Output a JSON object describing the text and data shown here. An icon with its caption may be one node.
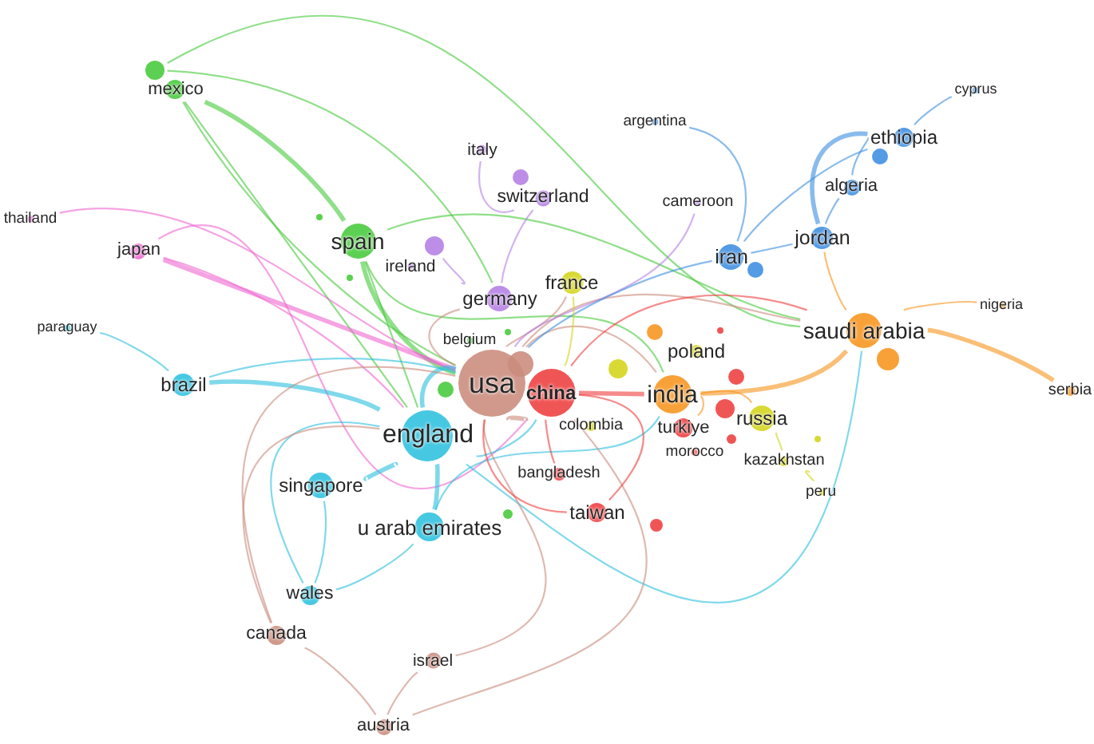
{
  "diagram": {
    "nodes": [
      {
        "text": [],
        "shape": "circle"
      },
      {
        "text": [
          "mexico"
        ]
      },
      {
        "text": [
          "cyprus"
        ]
      },
      {
        "text": [
          "argentina"
        ]
      },
      {
        "text": [
          "ethiopia"
        ]
      },
      {
        "text": [
          "italy"
        ]
      },
      {
        "text": [],
        "shape": "circle"
      },
      {
        "text": [],
        "shape": "circle"
      },
      {
        "text": [
          "algeria"
        ]
      },
      {
        "text": [
          "switzerland"
        ]
      },
      {
        "text": [
          "cameroon"
        ]
      },
      {
        "text": [],
        "shape": "circle"
      },
      {
        "text": [
          "thailand"
        ]
      },
      {
        "text": [
          "jordan"
        ]
      },
      {
        "text": [
          "spain"
        ]
      },
      {
        "text": [
          "japan"
        ]
      },
      {
        "text": [],
        "shape": "circle"
      },
      {
        "text": [
          "iran"
        ]
      },
      {
        "text": [],
        "shape": "circle"
      },
      {
        "text": [
          "ireland"
        ]
      },
      {
        "text": [],
        "shape": "circle"
      },
      {
        "text": [
          "france"
        ]
      },
      {
        "text": [
          "germany"
        ]
      },
      {
        "text": [
          "nigeria"
        ]
      },
      {
        "text": [
          "paraguay"
        ]
      },
      {
        "text": [
          "saudi arabia"
        ]
      },
      {
        "text": [],
        "shape": "circle"
      },
      {
        "text": [],
        "shape": "circle"
      },
      {
        "text": [],
        "shape": "circle"
      },
      {
        "text": [
          "belgium"
        ]
      },
      {
        "text": [
          "poland"
        ]
      },
      {
        "text": [],
        "shape": "circle"
      },
      {
        "text": [],
        "shape": "circle"
      },
      {
        "text": [],
        "shape": "circle"
      },
      {
        "text": [],
        "shape": "circle"
      },
      {
        "text": [
          "usa"
        ]
      },
      {
        "text": [
          "brazil"
        ]
      },
      {
        "text": [],
        "shape": "circle"
      },
      {
        "text": [
          "serbia"
        ]
      },
      {
        "text": [
          "china"
        ]
      },
      {
        "text": [
          "india"
        ]
      },
      {
        "text": [],
        "shape": "circle"
      },
      {
        "text": [
          "russia"
        ]
      },
      {
        "text": [
          "colombia"
        ]
      },
      {
        "text": [
          "turkiye"
        ]
      },
      {
        "text": [],
        "shape": "circle"
      },
      {
        "text": [
          "england"
        ]
      },
      {
        "text": [],
        "shape": "circle"
      },
      {
        "text": [
          "morocco"
        ]
      },
      {
        "text": [
          "kazakhstan"
        ]
      },
      {
        "text": [
          "bangladesh"
        ]
      },
      {
        "text": [
          "singapore"
        ]
      },
      {
        "text": [
          "peru"
        ]
      },
      {
        "text": [
          "taiwan"
        ]
      },
      {
        "text": [],
        "shape": "circle"
      },
      {
        "text": [],
        "shape": "circle"
      },
      {
        "text": [
          "u arab emirates"
        ]
      },
      {
        "text": [
          "wales"
        ]
      },
      {
        "text": [
          "canada"
        ]
      },
      {
        "text": [
          "israel"
        ]
      },
      {
        "text": [
          "austria"
        ]
      }
    ],
    "edges": [
      {
        "from": 1,
        "to": 14,
        "arrow": "none",
        "color": "#46c93a",
        "style": "thick"
      },
      {
        "from": 1,
        "to": 35,
        "arrow": "none",
        "color": "#46c93a"
      },
      {
        "from": 1,
        "to": 46,
        "arrow": "none",
        "color": "#46c93a"
      },
      {
        "from": 0,
        "to": 25,
        "arrow": "none",
        "color": "#46c93a"
      },
      {
        "from": 0,
        "to": 22,
        "arrow": "none",
        "color": "#46c93a"
      },
      {
        "from": 14,
        "to": 35,
        "arrow": "none",
        "color": "#46c93a",
        "style": "thick"
      },
      {
        "from": 14,
        "to": 46,
        "arrow": "none",
        "color": "#46c93a"
      },
      {
        "from": 14,
        "to": 40,
        "arrow": "none",
        "color": "#46c93a"
      },
      {
        "from": 14,
        "to": 25,
        "arrow": "none",
        "color": "#46c93a"
      },
      {
        "from": 15,
        "to": 35,
        "arrow": "none",
        "color": "#ee66d0",
        "style": "thick"
      },
      {
        "from": 15,
        "to": 39,
        "arrow": "none",
        "color": "#ee66d0"
      },
      {
        "from": 12,
        "to": 35,
        "arrow": "none",
        "color": "#ee66d0"
      },
      {
        "from": 15,
        "to": 46,
        "arrow": "none",
        "color": "#ee66d0"
      },
      {
        "from": 36,
        "to": 46,
        "arrow": "none",
        "color": "#2cc0de",
        "style": "thick"
      },
      {
        "from": 36,
        "to": 35,
        "arrow": "none",
        "color": "#2cc0de"
      },
      {
        "from": 24,
        "to": 36,
        "arrow": "none",
        "color": "#2cc0de"
      },
      {
        "from": 46,
        "to": 35,
        "arrow": "none",
        "color": "#2cc0de",
        "style": "thick"
      },
      {
        "from": 46,
        "to": 51,
        "arrow": "none",
        "color": "#2cc0de",
        "style": "thick"
      },
      {
        "from": 46,
        "to": 56,
        "arrow": "none",
        "color": "#2cc0de",
        "style": "thick"
      },
      {
        "from": 46,
        "to": 57,
        "arrow": "none",
        "color": "#2cc0de"
      },
      {
        "from": 46,
        "to": 39,
        "arrow": "none",
        "color": "#2cc0de"
      },
      {
        "from": 46,
        "to": 25,
        "arrow": "none",
        "color": "#2cc0de"
      },
      {
        "from": 51,
        "to": 57,
        "arrow": "none",
        "color": "#2cc0de"
      },
      {
        "from": 56,
        "to": 57,
        "arrow": "none",
        "color": "#2cc0de"
      },
      {
        "from": 56,
        "to": 40,
        "arrow": "none",
        "color": "#2cc0de"
      },
      {
        "from": 35,
        "to": 39,
        "arrow": "none",
        "color": "#c98b7c",
        "style": "thick"
      },
      {
        "from": 35,
        "to": 40,
        "arrow": "none",
        "color": "#c98b7c"
      },
      {
        "from": 35,
        "to": 22,
        "arrow": "none",
        "color": "#c98b7c"
      },
      {
        "from": 35,
        "to": 21,
        "arrow": "none",
        "color": "#c98b7c"
      },
      {
        "from": 35,
        "to": 25,
        "arrow": "none",
        "color": "#c98b7c"
      },
      {
        "from": 58,
        "to": 35,
        "arrow": "none",
        "color": "#c98b7c"
      },
      {
        "from": 58,
        "to": 46,
        "arrow": "none",
        "color": "#c98b7c"
      },
      {
        "from": 58,
        "to": 60,
        "arrow": "none",
        "color": "#c98b7c"
      },
      {
        "from": 59,
        "to": 35,
        "arrow": "none",
        "color": "#c98b7c"
      },
      {
        "from": 60,
        "to": 59,
        "arrow": "none",
        "color": "#c98b7c"
      },
      {
        "from": 60,
        "to": 39,
        "arrow": "none",
        "color": "#c98b7c"
      },
      {
        "from": 22,
        "to": 9,
        "arrow": "none",
        "color": "#b47ee5"
      },
      {
        "from": 9,
        "to": 5,
        "arrow": "none",
        "color": "#b47ee5"
      },
      {
        "from": 22,
        "to": 16,
        "arrow": "none",
        "color": "#b47ee5"
      },
      {
        "from": 10,
        "to": 35,
        "arrow": "none",
        "color": "#b47ee5"
      },
      {
        "from": 39,
        "to": 40,
        "arrow": "none",
        "color": "#ee3d3d",
        "style": "thick"
      },
      {
        "from": 39,
        "to": 53,
        "arrow": "none",
        "color": "#ee3d3d"
      },
      {
        "from": 39,
        "to": 50,
        "arrow": "none",
        "color": "#ee3d3d"
      },
      {
        "from": 39,
        "to": 25,
        "arrow": "none",
        "color": "#ee3d3d"
      },
      {
        "from": 53,
        "to": 35,
        "arrow": "none",
        "color": "#ee3d3d"
      },
      {
        "from": 25,
        "to": 40,
        "arrow": "none",
        "color": "#f7941d",
        "style": "thick"
      },
      {
        "from": 25,
        "to": 38,
        "arrow": "none",
        "color": "#f7941d",
        "style": "thick"
      },
      {
        "from": 25,
        "to": 23,
        "arrow": "none",
        "color": "#f7941d"
      },
      {
        "from": 25,
        "to": 13,
        "arrow": "none",
        "color": "#f7941d"
      },
      {
        "from": 40,
        "to": 42,
        "arrow": "none",
        "color": "#f7941d"
      },
      {
        "from": 40,
        "to": 44,
        "arrow": "none",
        "color": "#f7941d"
      },
      {
        "from": 13,
        "to": 4,
        "arrow": "none",
        "color": "#3b8de0",
        "style": "thick"
      },
      {
        "from": 13,
        "to": 8,
        "arrow": "none",
        "color": "#3b8de0"
      },
      {
        "from": 13,
        "to": 17,
        "arrow": "none",
        "color": "#3b8de0"
      },
      {
        "from": 8,
        "to": 4,
        "arrow": "none",
        "color": "#3b8de0"
      },
      {
        "from": 17,
        "to": 4,
        "arrow": "none",
        "color": "#3b8de0"
      },
      {
        "from": 4,
        "to": 2,
        "arrow": "none",
        "color": "#3b8de0"
      },
      {
        "from": 3,
        "to": 17,
        "arrow": "none",
        "color": "#3b8de0"
      },
      {
        "from": 17,
        "to": 35,
        "arrow": "none",
        "color": "#3b8de0"
      },
      {
        "from": 42,
        "to": 49,
        "arrow": "none",
        "color": "#d4d41a"
      },
      {
        "from": 49,
        "to": 52,
        "arrow": "none",
        "color": "#d4d41a"
      },
      {
        "from": 21,
        "to": 39,
        "arrow": "none",
        "color": "#d4d41a"
      }
    ]
  }
}
